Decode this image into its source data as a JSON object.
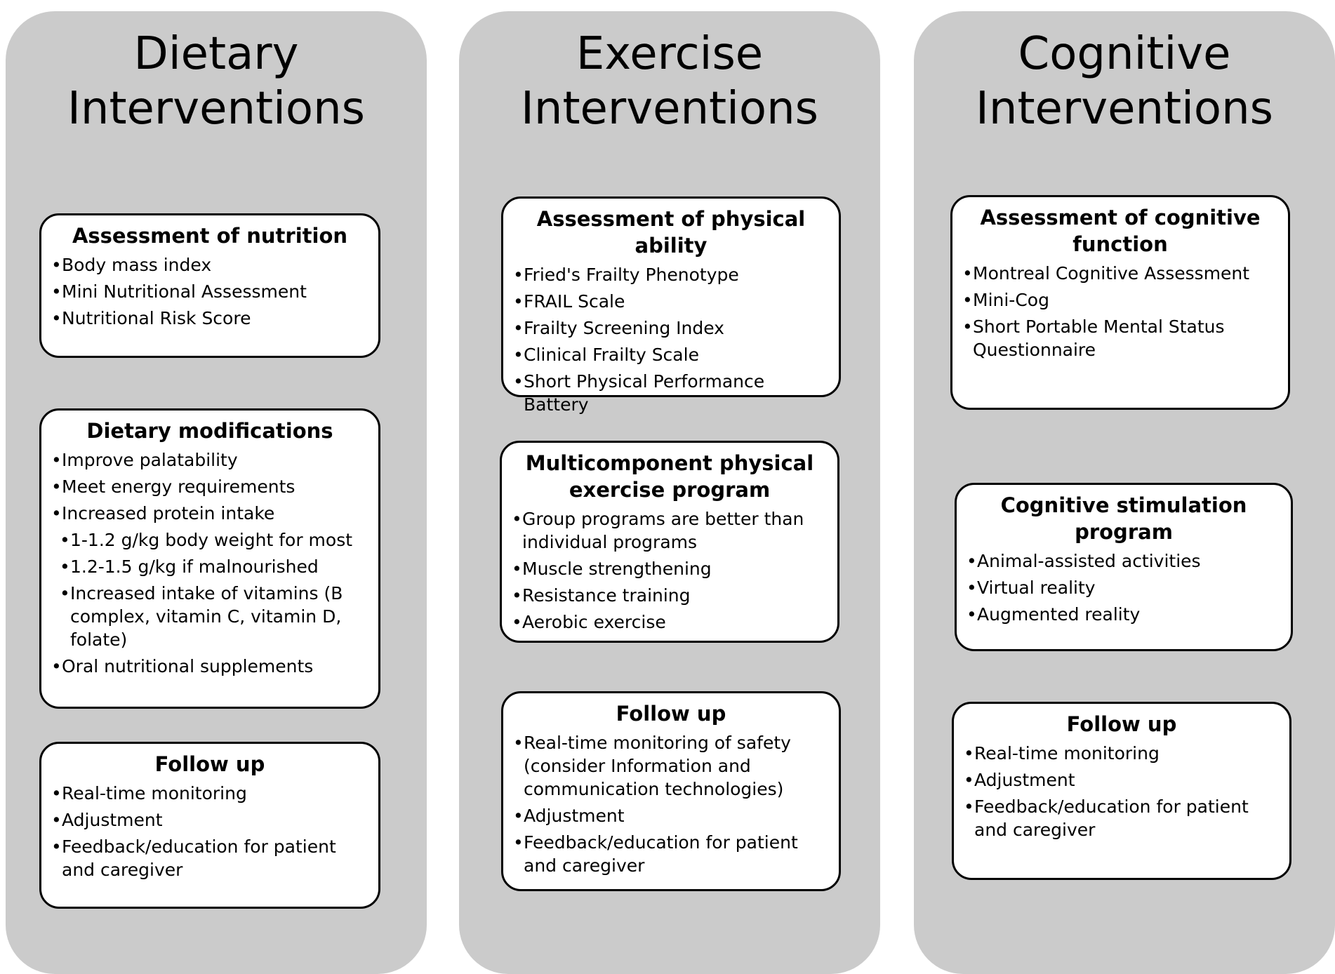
{
  "columns": [
    {
      "title_lines": [
        "Dietary",
        "Interventions"
      ],
      "cards": [
        {
          "title": "Assessment of nutrition",
          "items": [
            "Body mass index",
            "Mini Nutritional Assessment",
            "Nutritional Risk Score"
          ]
        },
        {
          "title": "Dietary modifications",
          "items": [
            "Improve palatability",
            "Meet energy requirements",
            "Increased protein intake",
            "1-1.2 g/kg body weight for most",
            "1.2-1.5 g/kg if malnourished",
            "Increased intake of vitamins (B complex, vitamin C, vitamin D, folate)",
            "Oral nutritional supplements"
          ]
        },
        {
          "title": "Follow up",
          "items": [
            "Real-time monitoring",
            "Adjustment",
            "Feedback/education for patient and caregiver"
          ]
        }
      ]
    },
    {
      "title_lines": [
        "Exercise",
        "Interventions"
      ],
      "cards": [
        {
          "title": "Assessment of physical ability",
          "items": [
            "Fried's Frailty Phenotype",
            "FRAIL Scale",
            "Frailty Screening Index",
            "Clinical Frailty Scale",
            "Short Physical Performance Battery"
          ]
        },
        {
          "title": "Multicomponent physical exercise program",
          "items": [
            "Group programs are better than individual programs",
            "Muscle strengthening",
            "Resistance training",
            "Aerobic exercise"
          ]
        },
        {
          "title": "Follow up",
          "items": [
            "Real-time monitoring of safety (consider Information and communication technologies)",
            "Adjustment",
            "Feedback/education for patient and caregiver"
          ]
        }
      ]
    },
    {
      "title_lines": [
        "Cognitive",
        "Interventions"
      ],
      "cards": [
        {
          "title": "Assessment of cognitive function",
          "items": [
            "Montreal Cognitive Assessment",
            "Mini-Cog",
            "Short Portable Mental Status Questionnaire"
          ]
        },
        {
          "title": "Cognitive stimulation program",
          "items": [
            "Animal-assisted activities",
            "Virtual reality",
            "Augmented reality"
          ]
        },
        {
          "title": "Follow up",
          "items": [
            "Real-time monitoring",
            "Adjustment",
            "Feedback/education for patient and caregiver"
          ]
        }
      ]
    }
  ]
}
